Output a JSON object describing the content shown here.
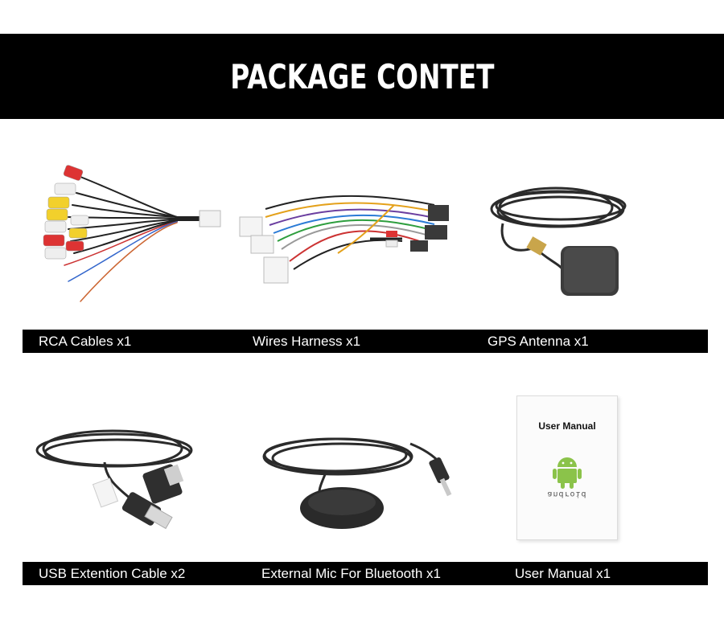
{
  "banner": {
    "title": "PACKAGE CONTET"
  },
  "row1": {
    "labels": [
      "RCA Cables x1",
      "Wires Harness x1",
      "GPS Antenna x1"
    ]
  },
  "row2": {
    "labels": [
      "USB Extention Cable x2",
      "External Mic For Bluetooth x1",
      "User Manual x1"
    ]
  },
  "manual": {
    "title": "User Manual",
    "brand": "android"
  },
  "colors": {
    "banner": "#000000",
    "label_bar": "#000000",
    "label_text": "#ffffff",
    "android_green": "#8bc34a"
  }
}
